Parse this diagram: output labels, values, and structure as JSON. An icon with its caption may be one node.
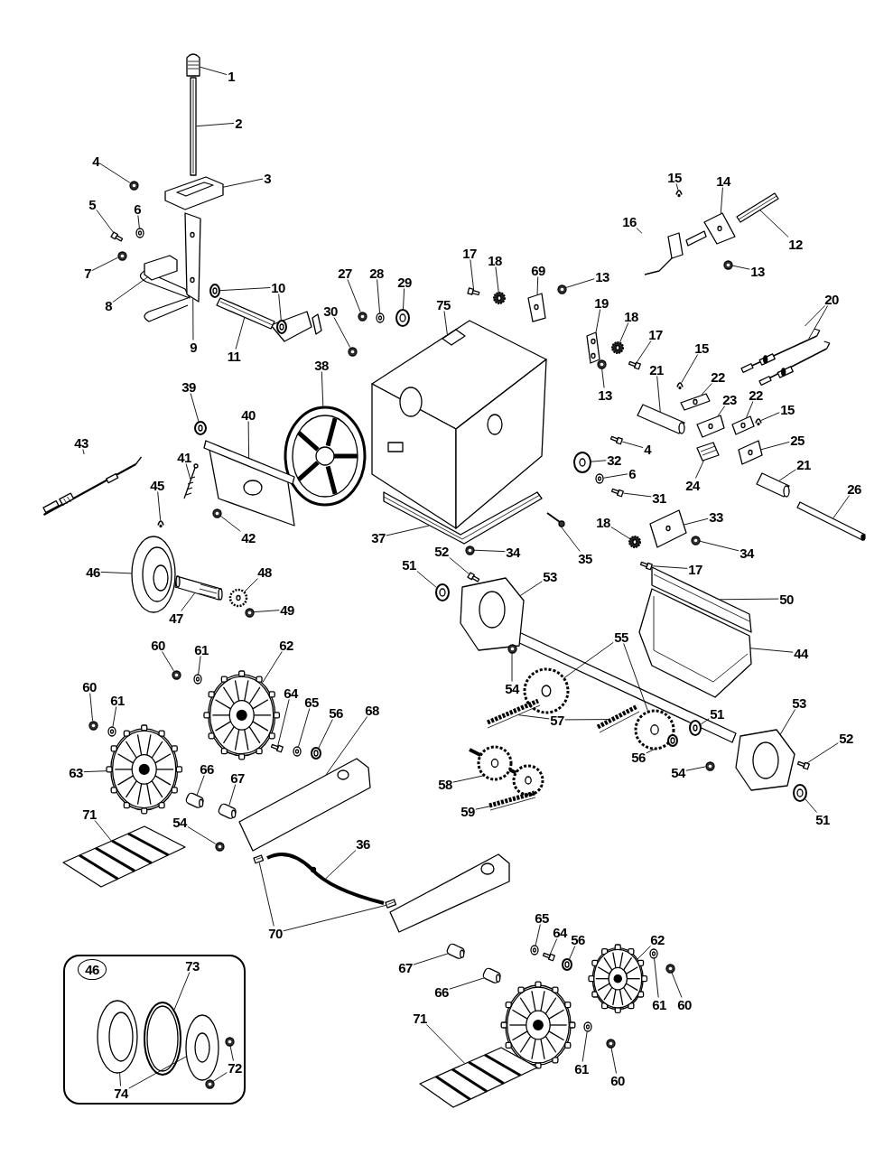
{
  "diagram": {
    "nodes": [
      {
        "text": [
          "1"
        ]
      },
      {
        "text": [
          "2"
        ]
      },
      {
        "text": [
          "3"
        ]
      },
      {
        "text": [
          "4"
        ]
      },
      {
        "text": [
          "5"
        ]
      },
      {
        "text": [
          "6"
        ]
      },
      {
        "text": [
          "7"
        ]
      },
      {
        "text": [
          "8"
        ]
      },
      {
        "text": [
          "9"
        ]
      },
      {
        "text": [
          "10"
        ]
      },
      {
        "text": [
          "11"
        ]
      },
      {
        "text": [
          "15"
        ]
      },
      {
        "text": [
          "14"
        ]
      },
      {
        "text": [
          "16"
        ]
      },
      {
        "text": [
          "12"
        ]
      },
      {
        "text": [
          "13"
        ]
      },
      {
        "text": [
          "17"
        ]
      },
      {
        "text": [
          "18"
        ]
      },
      {
        "text": [
          "69"
        ]
      },
      {
        "text": [
          "13"
        ]
      },
      {
        "text": [
          "27"
        ]
      },
      {
        "text": [
          "28"
        ]
      },
      {
        "text": [
          "29"
        ]
      },
      {
        "text": [
          "20"
        ]
      },
      {
        "text": [
          "19"
        ]
      },
      {
        "text": [
          "75"
        ]
      },
      {
        "text": [
          "30"
        ]
      },
      {
        "text": [
          "18"
        ]
      },
      {
        "text": [
          "17"
        ]
      },
      {
        "text": [
          "15"
        ]
      },
      {
        "text": [
          "38"
        ]
      },
      {
        "text": [
          "21"
        ]
      },
      {
        "text": [
          "22"
        ]
      },
      {
        "text": [
          "39"
        ]
      },
      {
        "text": [
          "13"
        ]
      },
      {
        "text": [
          "23"
        ]
      },
      {
        "text": [
          "22"
        ]
      },
      {
        "text": [
          "15"
        ]
      },
      {
        "text": [
          "40"
        ]
      },
      {
        "text": [
          "25"
        ]
      },
      {
        "text": [
          "43"
        ]
      },
      {
        "text": [
          "4"
        ]
      },
      {
        "text": [
          "41"
        ]
      },
      {
        "text": [
          "32"
        ]
      },
      {
        "text": [
          "21"
        ]
      },
      {
        "text": [
          "6"
        ]
      },
      {
        "text": [
          "45"
        ]
      },
      {
        "text": [
          "24"
        ]
      },
      {
        "text": [
          "26"
        ]
      },
      {
        "text": [
          "31"
        ]
      },
      {
        "text": [
          "33"
        ]
      },
      {
        "text": [
          "18"
        ]
      },
      {
        "text": [
          "42"
        ]
      },
      {
        "text": [
          "37"
        ]
      },
      {
        "text": [
          "34"
        ]
      },
      {
        "text": [
          "34"
        ]
      },
      {
        "text": [
          "35"
        ]
      },
      {
        "text": [
          "52"
        ]
      },
      {
        "text": [
          "51"
        ]
      },
      {
        "text": [
          "17"
        ]
      },
      {
        "text": [
          "46"
        ]
      },
      {
        "text": [
          "48"
        ]
      },
      {
        "text": [
          "53"
        ]
      },
      {
        "text": [
          "50"
        ]
      },
      {
        "text": [
          "49"
        ]
      },
      {
        "text": [
          "47"
        ]
      },
      {
        "text": [
          "55"
        ]
      },
      {
        "text": [
          "60"
        ]
      },
      {
        "text": [
          "61"
        ]
      },
      {
        "text": [
          "62"
        ]
      },
      {
        "text": [
          "44"
        ]
      },
      {
        "text": [
          "60"
        ]
      },
      {
        "text": [
          "54"
        ]
      },
      {
        "text": [
          "64"
        ]
      },
      {
        "text": [
          "61"
        ]
      },
      {
        "text": [
          "65"
        ]
      },
      {
        "text": [
          "53"
        ]
      },
      {
        "text": [
          "68"
        ]
      },
      {
        "text": [
          "56"
        ]
      },
      {
        "text": [
          "51"
        ]
      },
      {
        "text": [
          "57"
        ]
      },
      {
        "text": [
          "52"
        ]
      },
      {
        "text": [
          "56"
        ]
      },
      {
        "text": [
          "66"
        ]
      },
      {
        "text": [
          "63"
        ]
      },
      {
        "text": [
          "54"
        ]
      },
      {
        "text": [
          "67"
        ]
      },
      {
        "text": [
          "58"
        ]
      },
      {
        "text": [
          "59"
        ]
      },
      {
        "text": [
          "71"
        ]
      },
      {
        "text": [
          "51"
        ]
      },
      {
        "text": [
          "54"
        ]
      },
      {
        "text": [
          "36"
        ]
      },
      {
        "text": [
          "65"
        ]
      },
      {
        "text": [
          "70"
        ]
      },
      {
        "text": [
          "64"
        ]
      },
      {
        "text": [
          "62"
        ]
      },
      {
        "text": [
          "56"
        ]
      },
      {
        "text": [
          "67"
        ]
      },
      {
        "text": [
          "66"
        ]
      },
      {
        "text": [
          "61"
        ]
      },
      {
        "text": [
          "60"
        ]
      },
      {
        "text": [
          "71"
        ]
      },
      {
        "text": [
          "61"
        ]
      },
      {
        "text": [
          "60"
        ]
      },
      {
        "text": [],
        "shape": "box"
      },
      {
        "text": [
          "46"
        ],
        "in": 105
      },
      {
        "text": [
          "73"
        ],
        "in": 105
      },
      {
        "text": [
          "72"
        ],
        "in": 105
      },
      {
        "text": [
          "74"
        ],
        "in": 105
      },
      {
        "text": [],
        "shape": "picture"
      },
      {
        "text": [],
        "shape": "picture"
      },
      {
        "text": [],
        "shape": "picture"
      },
      {
        "text": [],
        "shape": "picture"
      },
      {
        "text": [],
        "shape": "picture"
      },
      {
        "text": [],
        "shape": "picture"
      },
      {
        "text": [],
        "shape": "picture"
      },
      {
        "text": [],
        "shape": "picture"
      },
      {
        "text": [],
        "shape": "picture"
      },
      {
        "text": [],
        "shape": "picture"
      },
      {
        "text": [],
        "shape": "picture"
      },
      {
        "text": [],
        "shape": "picture"
      },
      {
        "text": [],
        "shape": "picture"
      },
      {
        "text": [],
        "shape": "picture"
      },
      {
        "text": [],
        "shape": "picture"
      },
      {
        "text": [],
        "shape": "picture"
      },
      {
        "text": [],
        "shape": "picture"
      },
      {
        "text": [],
        "shape": "picture"
      },
      {
        "text": [],
        "shape": "picture"
      },
      {
        "text": [],
        "shape": "picture"
      },
      {
        "text": [],
        "shape": "picture"
      },
      {
        "text": [],
        "shape": "picture"
      },
      {
        "text": [],
        "shape": "picture"
      },
      {
        "text": [],
        "shape": "picture"
      },
      {
        "text": [],
        "shape": "picture"
      },
      {
        "text": [],
        "shape": "picture"
      },
      {
        "text": [],
        "shape": "picture"
      },
      {
        "text": [],
        "shape": "picture"
      },
      {
        "text": [],
        "shape": "picture"
      },
      {
        "text": [],
        "shape": "picture"
      },
      {
        "text": [],
        "shape": "picture"
      },
      {
        "text": [],
        "shape": "picture"
      },
      {
        "text": [],
        "shape": "picture"
      },
      {
        "text": [],
        "shape": "picture"
      },
      {
        "text": [],
        "shape": "picture"
      },
      {
        "text": [],
        "shape": "picture"
      },
      {
        "text": [],
        "shape": "picture"
      },
      {
        "text": [],
        "shape": "picture"
      },
      {
        "text": [],
        "shape": "picture"
      },
      {
        "text": [],
        "shape": "picture"
      },
      {
        "text": [],
        "shape": "picture"
      },
      {
        "text": [],
        "shape": "picture"
      },
      {
        "text": [],
        "shape": "picture"
      },
      {
        "text": [],
        "shape": "picture"
      },
      {
        "text": [],
        "shape": "picture"
      },
      {
        "text": [],
        "shape": "picture"
      },
      {
        "text": [],
        "shape": "picture"
      },
      {
        "text": [],
        "shape": "picture"
      },
      {
        "text": [],
        "shape": "picture"
      },
      {
        "text": [],
        "shape": "picture"
      },
      {
        "text": [],
        "shape": "picture"
      },
      {
        "text": [],
        "shape": "picture"
      },
      {
        "text": [],
        "shape": "picture"
      },
      {
        "text": [],
        "shape": "picture"
      },
      {
        "text": [],
        "shape": "picture"
      },
      {
        "text": [],
        "shape": "picture"
      },
      {
        "text": [],
        "shape": "picture"
      },
      {
        "text": [],
        "shape": "picture"
      },
      {
        "text": [],
        "shape": "picture"
      },
      {
        "text": [],
        "shape": "picture"
      },
      {
        "text": [],
        "shape": "picture"
      },
      {
        "text": [],
        "shape": "picture"
      },
      {
        "text": [],
        "shape": "picture"
      },
      {
        "text": [],
        "shape": "picture"
      },
      {
        "text": [],
        "shape": "picture"
      },
      {
        "text": [],
        "shape": "picture"
      },
      {
        "text": [],
        "shape": "picture"
      },
      {
        "text": [],
        "shape": "picture"
      },
      {
        "text": [],
        "shape": "picture"
      },
      {
        "text": [],
        "shape": "picture"
      },
      {
        "text": [],
        "shape": "picture"
      },
      {
        "text": [],
        "shape": "picture"
      },
      {
        "text": [],
        "shape": "picture"
      },
      {
        "text": [],
        "shape": "picture"
      },
      {
        "text": [],
        "shape": "picture"
      },
      {
        "text": [],
        "shape": "picture"
      },
      {
        "text": [],
        "shape": "picture"
      },
      {
        "text": [],
        "shape": "picture"
      },
      {
        "text": [],
        "shape": "picture"
      },
      {
        "text": [],
        "shape": "picture"
      },
      {
        "text": [],
        "shape": "picture"
      },
      {
        "text": [],
        "shape": "picture"
      },
      {
        "text": [],
        "shape": "picture"
      },
      {
        "text": [],
        "shape": "picture"
      },
      {
        "text": [],
        "shape": "picture"
      },
      {
        "text": [],
        "shape": "picture"
      },
      {
        "text": [],
        "shape": "picture"
      },
      {
        "text": [],
        "shape": "picture"
      },
      {
        "text": [],
        "shape": "picture"
      },
      {
        "text": [],
        "shape": "picture"
      },
      {
        "text": [],
        "shape": "picture"
      },
      {
        "text": [],
        "shape": "picture"
      },
      {
        "text": [],
        "shape": "picture"
      },
      {
        "text": [],
        "shape": "picture"
      },
      {
        "text": [],
        "shape": "picture"
      },
      {
        "text": [],
        "shape": "picture"
      },
      {
        "text": [],
        "shape": "picture"
      },
      {
        "text": [],
        "shape": "picture"
      },
      {
        "text": [],
        "shape": "picture"
      },
      {
        "text": [],
        "shape": "picture"
      },
      {
        "text": [],
        "shape": "picture"
      },
      {
        "text": [],
        "shape": "picture"
      },
      {
        "text": [],
        "shape": "picture"
      },
      {
        "text": [],
        "shape": "picture"
      },
      {
        "text": [],
        "shape": "picture"
      },
      {
        "text": [],
        "shape": "picture"
      },
      {
        "text": [],
        "shape": "picture"
      },
      {
        "text": [],
        "shape": "picture"
      },
      {
        "text": [],
        "shape": "picture"
      },
      {
        "text": [],
        "shape": "picture"
      },
      {
        "text": [],
        "shape": "picture",
        "in": 105
      },
      {
        "text": [],
        "shape": "picture",
        "in": 105
      },
      {
        "text": [],
        "shape": "picture",
        "in": 105
      },
      {
        "text": [],
        "shape": "picture",
        "in": 105
      },
      {
        "text": [],
        "shape": "picture",
        "in": 105
      }
    ],
    "edges": [
      {
        "from": 0,
        "to": 110,
        "arrow": "none"
      },
      {
        "from": 1,
        "to": 111,
        "arrow": "none"
      },
      {
        "from": 2,
        "to": 112,
        "arrow": "none"
      },
      {
        "from": 3,
        "to": 113,
        "arrow": "none"
      },
      {
        "from": 4,
        "to": 114,
        "arrow": "none"
      },
      {
        "from": 5,
        "to": 115,
        "arrow": "none"
      },
      {
        "from": 6,
        "to": 116,
        "arrow": "none"
      },
      {
        "from": 7,
        "to": 117,
        "arrow": "none"
      },
      {
        "from": 8,
        "to": 118,
        "arrow": "none"
      },
      {
        "from": 9,
        "to": 119,
        "arrow": "none"
      },
      {
        "from": 9,
        "to": 120,
        "arrow": "none"
      },
      {
        "from": 10,
        "to": 121,
        "arrow": "none"
      },
      {
        "from": 11,
        "to": 122,
        "arrow": "none"
      },
      {
        "from": 12,
        "to": 123,
        "arrow": "none"
      },
      {
        "from": 13,
        "to": 124,
        "arrow": "none"
      },
      {
        "from": 14,
        "to": 125,
        "arrow": "none"
      },
      {
        "from": 15,
        "to": 126,
        "arrow": "none"
      },
      {
        "from": 16,
        "to": 127,
        "arrow": "none"
      },
      {
        "from": 17,
        "to": 128,
        "arrow": "none"
      },
      {
        "from": 18,
        "to": 129,
        "arrow": "none"
      },
      {
        "from": 19,
        "to": 130,
        "arrow": "none"
      },
      {
        "from": 20,
        "to": 131,
        "arrow": "none"
      },
      {
        "from": 21,
        "to": 132,
        "arrow": "none"
      },
      {
        "from": 22,
        "to": 133,
        "arrow": "none"
      },
      {
        "from": 23,
        "to": 134,
        "arrow": "none"
      },
      {
        "from": 23,
        "to": 135,
        "arrow": "none"
      },
      {
        "from": 24,
        "to": 136,
        "arrow": "none"
      },
      {
        "from": 25,
        "to": 137,
        "arrow": "none"
      },
      {
        "from": 26,
        "to": 138,
        "arrow": "none"
      },
      {
        "from": 27,
        "to": 139,
        "arrow": "none"
      },
      {
        "from": 28,
        "to": 140,
        "arrow": "none"
      },
      {
        "from": 29,
        "to": 141,
        "arrow": "none"
      },
      {
        "from": 30,
        "to": 142,
        "arrow": "none"
      },
      {
        "from": 31,
        "to": 143,
        "arrow": "none"
      },
      {
        "from": 32,
        "to": 144,
        "arrow": "none"
      },
      {
        "from": 33,
        "to": 145,
        "arrow": "none"
      },
      {
        "from": 34,
        "to": 146,
        "arrow": "none"
      },
      {
        "from": 35,
        "to": 147,
        "arrow": "none"
      },
      {
        "from": 36,
        "to": 148,
        "arrow": "none"
      },
      {
        "from": 37,
        "to": 149,
        "arrow": "none"
      },
      {
        "from": 38,
        "to": 150,
        "arrow": "none"
      },
      {
        "from": 39,
        "to": 151,
        "arrow": "none"
      },
      {
        "from": 40,
        "to": 152,
        "arrow": "none"
      },
      {
        "from": 41,
        "to": 153,
        "arrow": "none"
      },
      {
        "from": 42,
        "to": 154,
        "arrow": "none"
      },
      {
        "from": 43,
        "to": 155,
        "arrow": "none"
      },
      {
        "from": 44,
        "to": 156,
        "arrow": "none"
      },
      {
        "from": 45,
        "to": 157,
        "arrow": "none"
      },
      {
        "from": 46,
        "to": 158,
        "arrow": "none"
      },
      {
        "from": 47,
        "to": 159,
        "arrow": "none"
      },
      {
        "from": 48,
        "to": 160,
        "arrow": "none"
      },
      {
        "from": 49,
        "to": 161,
        "arrow": "none"
      },
      {
        "from": 50,
        "to": 162,
        "arrow": "none"
      },
      {
        "from": 51,
        "to": 163,
        "arrow": "none"
      },
      {
        "from": 52,
        "to": 164,
        "arrow": "none"
      },
      {
        "from": 53,
        "to": 165,
        "arrow": "none"
      },
      {
        "from": 54,
        "to": 166,
        "arrow": "none"
      },
      {
        "from": 55,
        "to": 167,
        "arrow": "none"
      },
      {
        "from": 56,
        "to": 168,
        "arrow": "none"
      },
      {
        "from": 57,
        "to": 169,
        "arrow": "none"
      },
      {
        "from": 58,
        "to": 170,
        "arrow": "none"
      },
      {
        "from": 59,
        "to": 171,
        "arrow": "none"
      },
      {
        "from": 60,
        "to": 172,
        "arrow": "none"
      },
      {
        "from": 61,
        "to": 173,
        "arrow": "none"
      },
      {
        "from": 62,
        "to": 174,
        "arrow": "none"
      },
      {
        "from": 63,
        "to": 175,
        "arrow": "none"
      },
      {
        "from": 64,
        "to": 176,
        "arrow": "none"
      },
      {
        "from": 65,
        "to": 177,
        "arrow": "none"
      },
      {
        "from": 66,
        "to": 178,
        "arrow": "none"
      },
      {
        "from": 66,
        "to": 179,
        "arrow": "none"
      },
      {
        "from": 67,
        "to": 180,
        "arrow": "none"
      },
      {
        "from": 68,
        "to": 181,
        "arrow": "none"
      },
      {
        "from": 69,
        "to": 182,
        "arrow": "none"
      },
      {
        "from": 70,
        "to": 183,
        "arrow": "none"
      },
      {
        "from": 71,
        "to": 184,
        "arrow": "none"
      },
      {
        "from": 72,
        "to": 185,
        "arrow": "none"
      },
      {
        "from": 73,
        "to": 186,
        "arrow": "none"
      },
      {
        "from": 74,
        "to": 187,
        "arrow": "none"
      },
      {
        "from": 75,
        "to": 188,
        "arrow": "none"
      },
      {
        "from": 76,
        "to": 189,
        "arrow": "none"
      },
      {
        "from": 77,
        "to": 190,
        "arrow": "none"
      },
      {
        "from": 78,
        "to": 191,
        "arrow": "none"
      },
      {
        "from": 79,
        "to": 192,
        "arrow": "none"
      },
      {
        "from": 80,
        "to": 193,
        "arrow": "none"
      },
      {
        "from": 80,
        "to": 194,
        "arrow": "none"
      },
      {
        "from": 81,
        "to": 195,
        "arrow": "none"
      },
      {
        "from": 82,
        "to": 196,
        "arrow": "none"
      },
      {
        "from": 83,
        "to": 197,
        "arrow": "none"
      },
      {
        "from": 84,
        "to": 198,
        "arrow": "none"
      },
      {
        "from": 85,
        "to": 199,
        "arrow": "none"
      },
      {
        "from": 86,
        "to": 200,
        "arrow": "none"
      },
      {
        "from": 87,
        "to": 201,
        "arrow": "none"
      },
      {
        "from": 88,
        "to": 202,
        "arrow": "none"
      },
      {
        "from": 89,
        "to": 203,
        "arrow": "none"
      },
      {
        "from": 90,
        "to": 204,
        "arrow": "none"
      },
      {
        "from": 91,
        "to": 205,
        "arrow": "none"
      },
      {
        "from": 92,
        "to": 206,
        "arrow": "none"
      },
      {
        "from": 93,
        "to": 209,
        "arrow": "none"
      },
      {
        "from": 94,
        "to": 207,
        "arrow": "none"
      },
      {
        "from": 94,
        "to": 208,
        "arrow": "none"
      },
      {
        "from": 95,
        "to": 210,
        "arrow": "none"
      },
      {
        "from": 96,
        "to": 211,
        "arrow": "none"
      },
      {
        "from": 97,
        "to": 212,
        "arrow": "none"
      },
      {
        "from": 98,
        "to": 213,
        "arrow": "none"
      },
      {
        "from": 99,
        "to": 214,
        "arrow": "none"
      },
      {
        "from": 100,
        "to": 215,
        "arrow": "none"
      },
      {
        "from": 101,
        "to": 216,
        "arrow": "none"
      },
      {
        "from": 102,
        "to": 217,
        "arrow": "none"
      },
      {
        "from": 103,
        "to": 218,
        "arrow": "none"
      },
      {
        "from": 104,
        "to": 219,
        "arrow": "none"
      },
      {
        "from": 107,
        "to": 220,
        "arrow": "none"
      },
      {
        "from": 108,
        "to": 221,
        "arrow": "none"
      },
      {
        "from": 108,
        "to": 222,
        "arrow": "none"
      },
      {
        "from": 109,
        "to": 223,
        "arrow": "none"
      },
      {
        "from": 109,
        "to": 224,
        "arrow": "none"
      }
    ]
  }
}
